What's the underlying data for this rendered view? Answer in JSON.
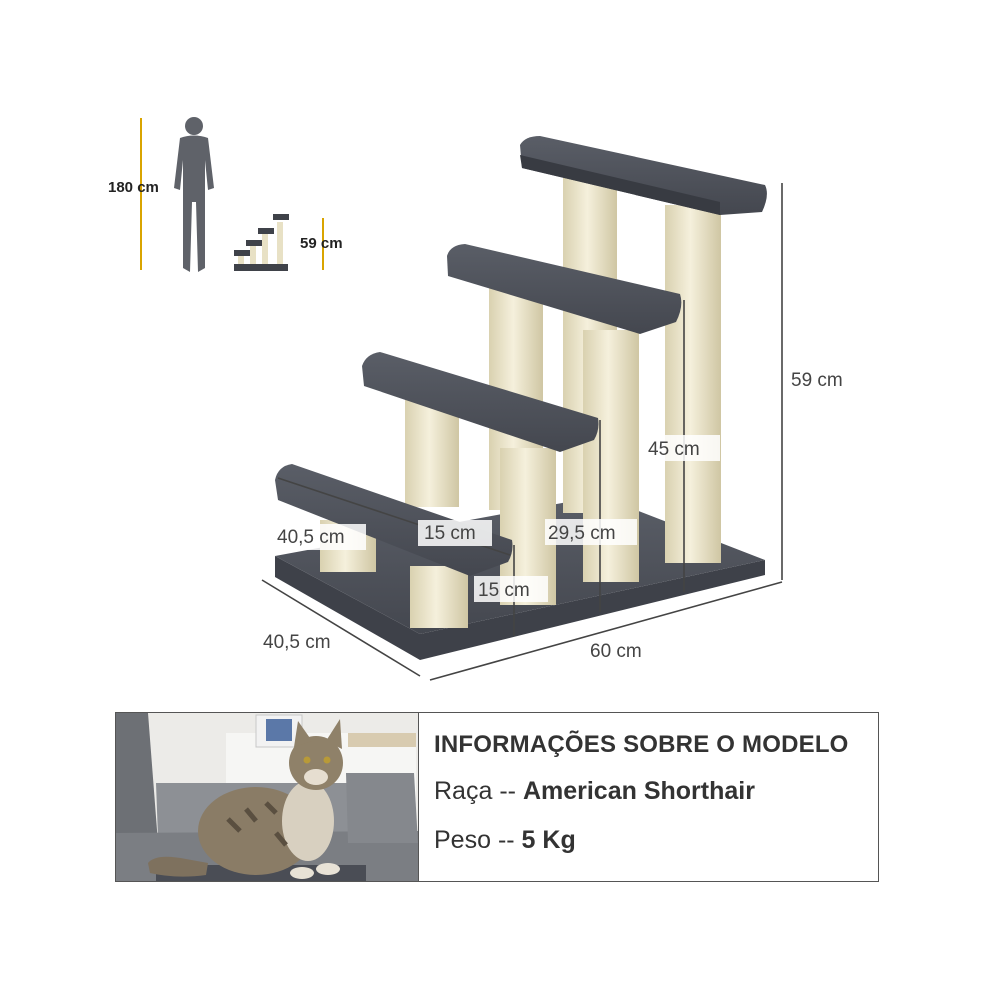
{
  "scale_reference": {
    "person_height": "180 cm",
    "product_height": "59 cm"
  },
  "dimensions": {
    "total_height": "59 cm",
    "back_post_height": "45 cm",
    "third_post_height": "29,5 cm",
    "second_post_height": "15 cm",
    "step_width": "15 cm",
    "step_depth": "40,5 cm",
    "base_depth": "40,5 cm",
    "base_width": "60 cm"
  },
  "info": {
    "title": "INFORMAÇÕES SOBRE O MODELO",
    "breed_label": "Raça",
    "separator": "--",
    "breed_value": "American Shorthair",
    "weight_label": "Peso",
    "weight_value": "5 Kg"
  },
  "colors": {
    "plush": "#4a4d55",
    "sisal": "#efe8cf",
    "guide_line": "#d9a400"
  }
}
